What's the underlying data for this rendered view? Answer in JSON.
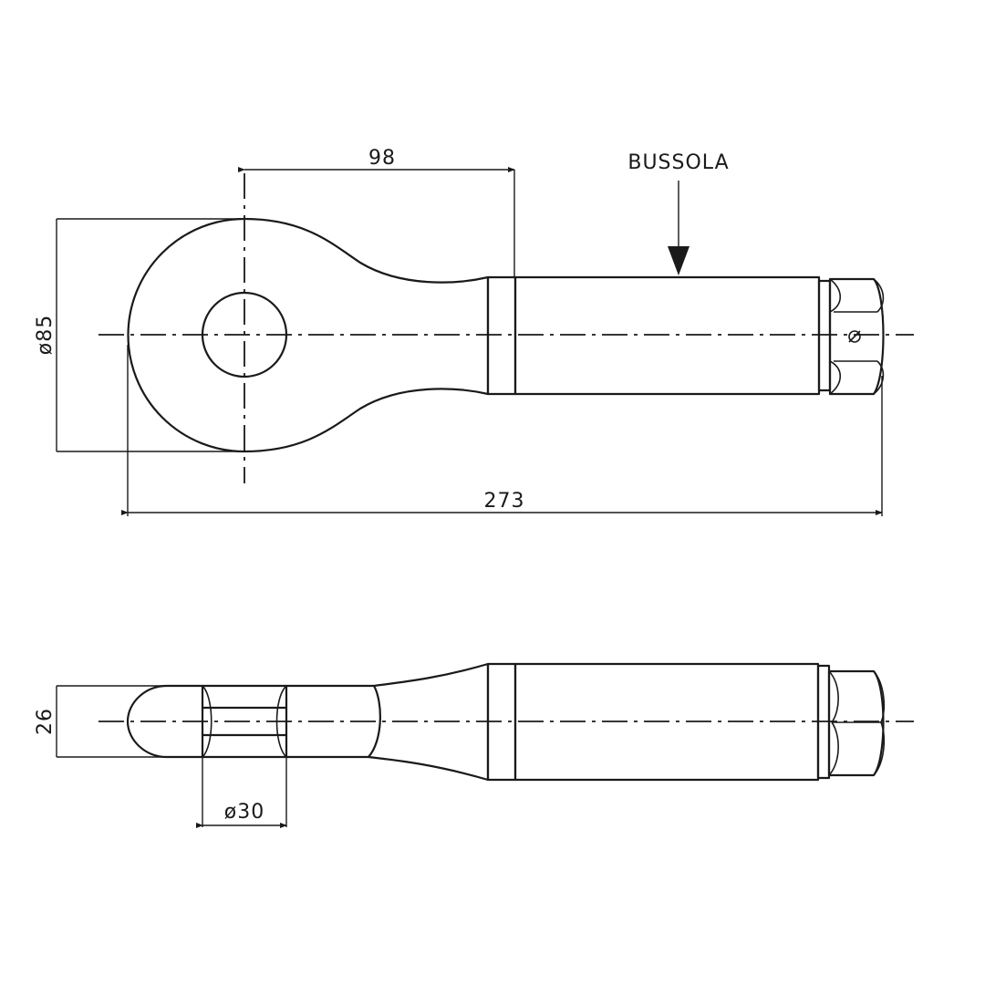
{
  "diagram": {
    "colors": {
      "line": "#1a1a1a",
      "background": "#ffffff"
    },
    "label_bussola": "BUSSOLA",
    "dimensions": {
      "eye_center_to_bushing": "98",
      "eye_outer_diameter": "ø85",
      "overall_length": "273",
      "thickness": "26",
      "hole_diameter": "ø30"
    }
  }
}
